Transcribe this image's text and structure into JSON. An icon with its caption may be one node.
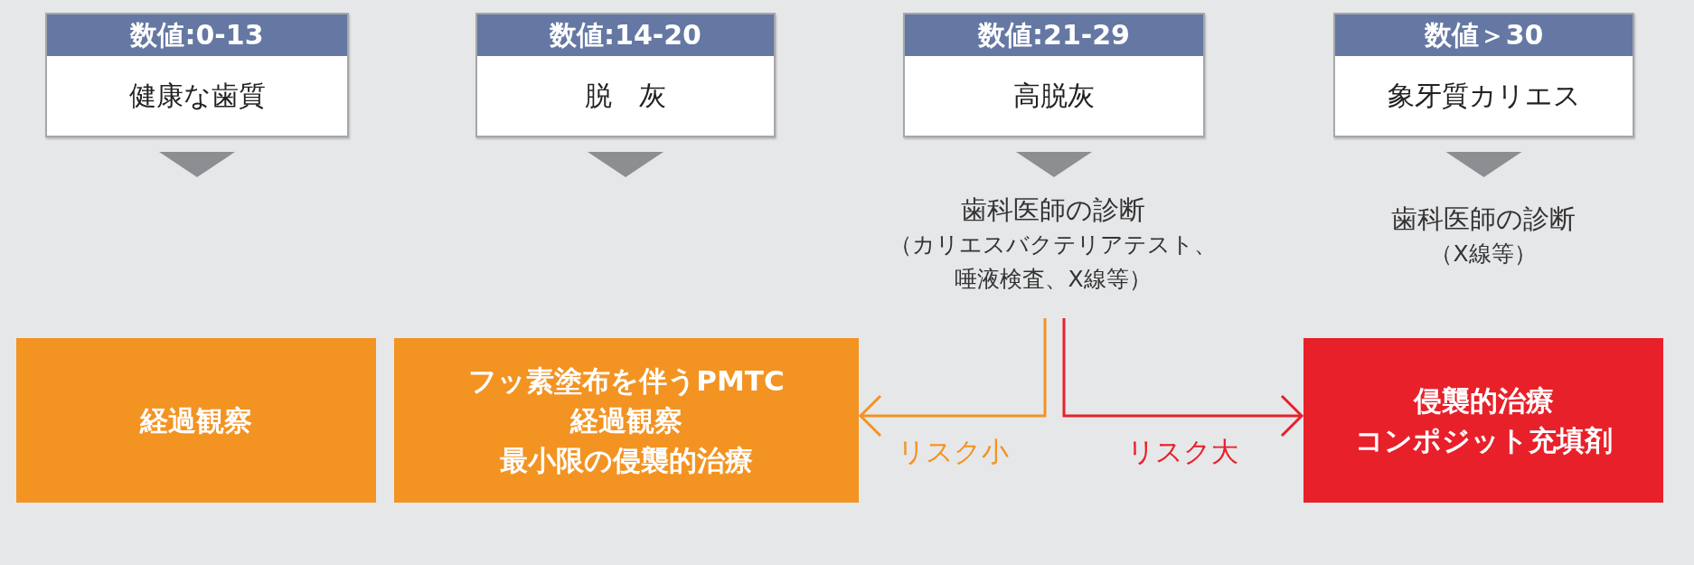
{
  "diagram": {
    "nodes": [
      {
        "text": [
          "数値:0-13",
          "健康な歯質"
        ]
      },
      {
        "text": [
          "数値:14-20",
          "脱　灰"
        ]
      },
      {
        "text": [
          "数値:21-29",
          "高脱灰"
        ]
      },
      {
        "text": [
          "数値＞30",
          "象牙質カリエス"
        ]
      },
      {
        "text": [
          "歯科医師の診断",
          "（カリエスバクテリアテスト、唾液検査、X線等）"
        ]
      },
      {
        "text": [
          "歯科医師の診断",
          "（X線等）"
        ]
      },
      {
        "text": [
          "経過観察"
        ]
      },
      {
        "text": [
          "フッ素塗布を伴うPMTC",
          "経過観察",
          "最小限の侵襲的治療"
        ]
      },
      {
        "text": [
          "侵襲的治療",
          "コンポジット充填剤"
        ]
      }
    ],
    "edges": [
      {
        "from": 0,
        "to": null,
        "arrow": "to"
      },
      {
        "from": 1,
        "to": null,
        "arrow": "to"
      },
      {
        "from": 2,
        "to": 4,
        "arrow": "to"
      },
      {
        "from": 3,
        "to": 5,
        "arrow": "to"
      },
      {
        "from": 4,
        "to": 7,
        "arrow": "to",
        "label": "リスク小",
        "color": "#f39322"
      },
      {
        "from": 4,
        "to": 8,
        "arrow": "to",
        "label": "リスク大",
        "color": "#e8202a"
      }
    ]
  }
}
